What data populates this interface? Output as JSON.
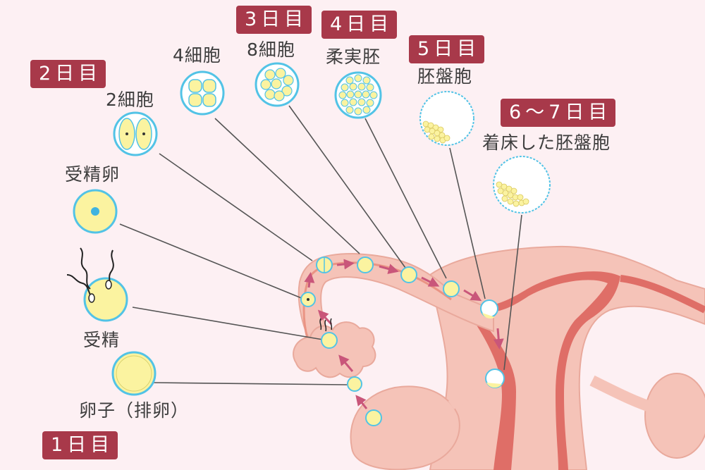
{
  "days": {
    "day1": "1日目",
    "day2": "2日目",
    "day3": "3日目",
    "day4": "4日目",
    "day5": "5日目",
    "day67": "6〜7日目"
  },
  "stages": {
    "egg": "卵子（排卵）",
    "fertilization": "受精",
    "fertilized_egg": "受精卵",
    "two_cell": "2細胞",
    "four_cell": "4細胞",
    "eight_cell": "8細胞",
    "morula": "柔実胚",
    "blastocyst": "胚盤胞",
    "implanted_blastocyst": "着床した胚盤胞"
  },
  "colors": {
    "badge": "#a8394a",
    "cell_fill": "#fbf3a0",
    "cell_ring": "#52c3e6",
    "arrow": "#c9567a",
    "uterus_outer": "#f5c3b8",
    "uterus_inner": "#df6e67",
    "background": "#fdf0f3"
  }
}
